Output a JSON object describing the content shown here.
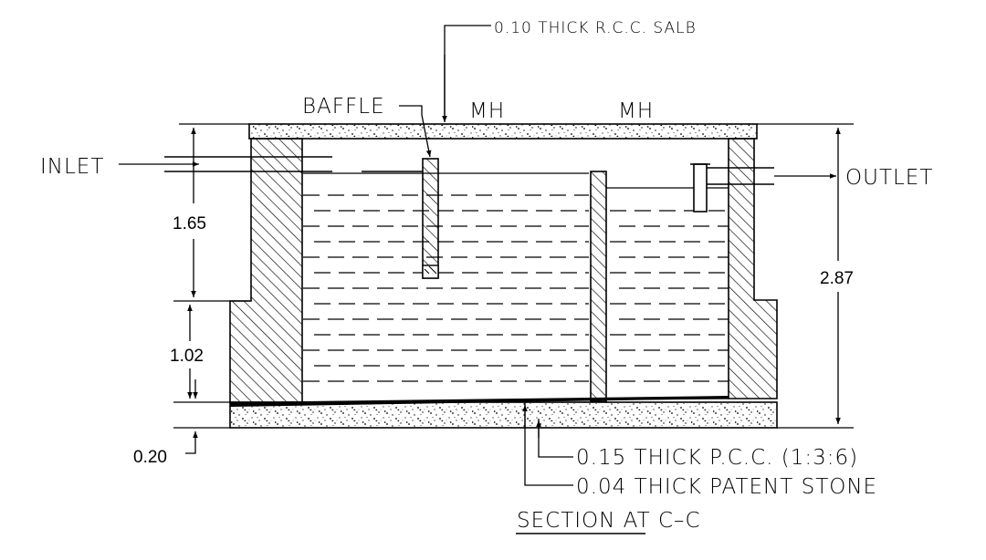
{
  "labels": {
    "slab_note": "0.10 THICK R.C.C. SALB",
    "baffle": "BAFFLE",
    "manhole_left": "MH",
    "manhole_right": "MH",
    "inlet": "INLET",
    "outlet": "OUTLET",
    "pcc_note": "0.15 THICK P.C.C. (1:3:6)",
    "stone_note": "0.04 THICK PATENT STONE",
    "title": "SECTION AT C–C"
  },
  "dimensions": {
    "upper_height": "1.65",
    "lower_height": "1.02",
    "base_thickness": "0.20",
    "overall_height": "2.87"
  }
}
